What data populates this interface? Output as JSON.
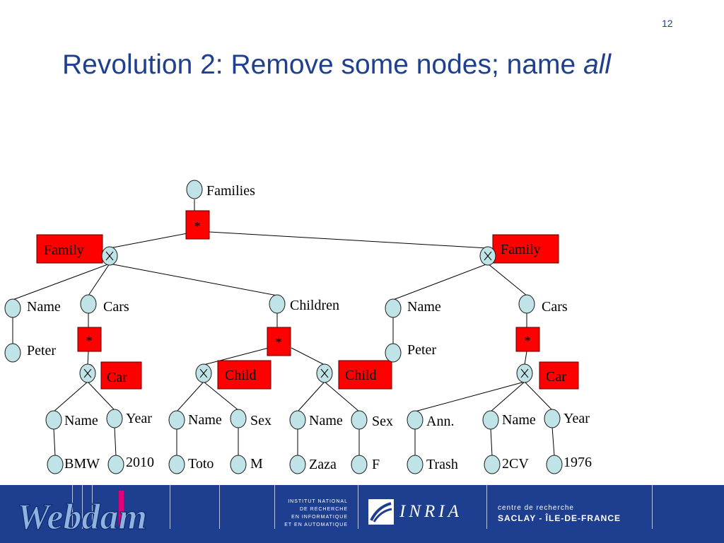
{
  "slide_number": "12",
  "title": {
    "main": "Revolution 2: Remove some nodes; name ",
    "emphasis": "all"
  },
  "tree": {
    "labels": [
      "Families",
      "Family",
      "Family",
      "Name",
      "Cars",
      "Children",
      "Name",
      "Cars",
      "Peter",
      "Peter",
      "Car",
      "Child",
      "Child",
      "Car",
      "Name",
      "Year",
      "Name",
      "Sex",
      "Name",
      "Sex",
      "Ann.",
      "Name",
      "Year",
      "BMW",
      "2010",
      "Toto",
      "M",
      "Zaza",
      "F",
      "Trash",
      "2CV",
      "1976"
    ],
    "star_symbol": "*"
  },
  "footer": {
    "logo_text": "Webdam",
    "institut_lines": [
      "INSTITUT NATIONAL",
      "DE RECHERCHE",
      "EN INFORMATIQUE",
      "ET EN AUTOMATIQUE"
    ],
    "inria_text": "INRIA",
    "centre_line1": "centre de recherche",
    "centre_line2": "SACLAY - ÎLE-DE-FRANCE"
  },
  "colors": {
    "title": "#1f3f8f",
    "node_fill": "#bfe3e6",
    "red_box": "#ff0000",
    "footer_bg": "#1e3f90"
  }
}
